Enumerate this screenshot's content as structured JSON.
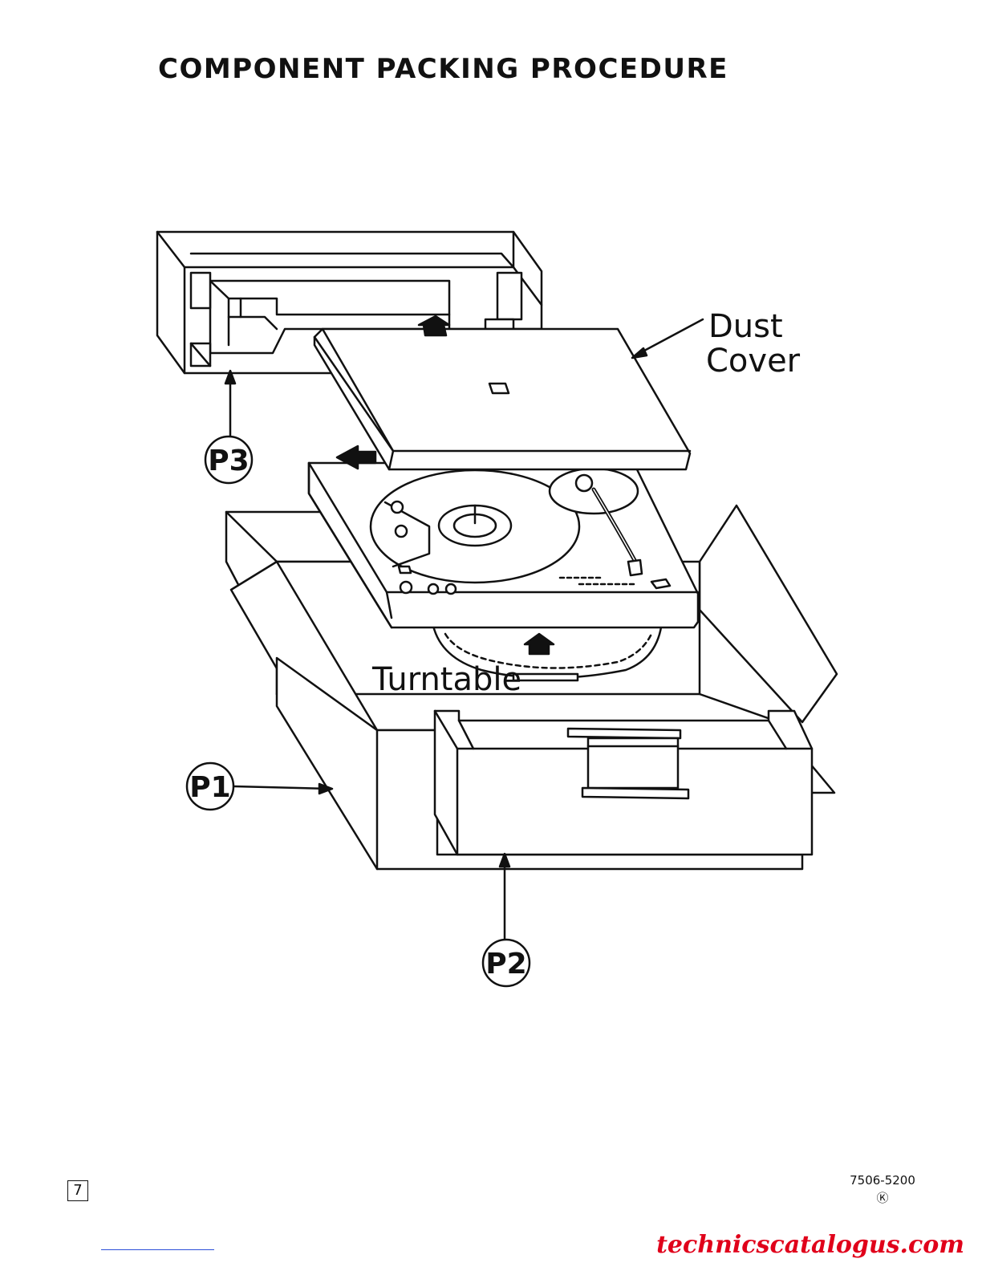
{
  "page": {
    "title": "COMPONENT PACKING PROCEDURE",
    "page_number": "7",
    "doc_code": "7506-5200",
    "doc_mark": "Ⓚ",
    "watermark": "technicscatalogus.com"
  },
  "diagram": {
    "labels": {
      "dust_cover_line1": "Dust",
      "dust_cover_line2": "Cover",
      "turntable": "Turntable",
      "p1": "P1",
      "p2": "P2",
      "p3": "P3"
    }
  },
  "colors": {
    "ink": "#111111",
    "watermark": "#e0001a",
    "rule": "#2b4fd8"
  }
}
